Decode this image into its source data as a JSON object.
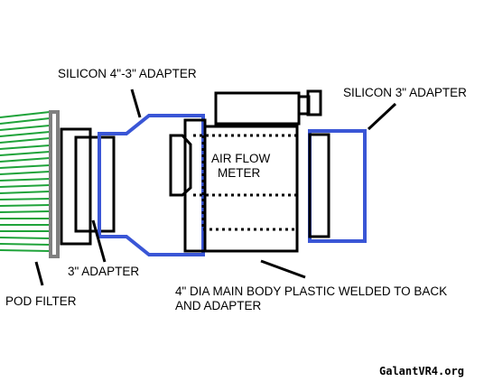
{
  "labels": {
    "silicon_4_3_adapter": "SILICON 4\"-3\" ADAPTER",
    "silicon_3_adapter": "SILICON 3\" ADAPTER",
    "air_flow_meter_line1": "AIR FLOW",
    "air_flow_meter_line2": "METER",
    "adapter_3": "3\" ADAPTER",
    "pod_filter": "POD FILTER",
    "main_body_line1": "4\" DIA MAIN BODY PLASTIC WELDED TO BACK",
    "main_body_line2": "AND ADAPTER"
  },
  "watermark": "GalantVR4.org",
  "colors": {
    "outline": "#000000",
    "silicon": "#3a56d6",
    "filter_green": "#1fa33a",
    "filter_cap": "#808080"
  }
}
